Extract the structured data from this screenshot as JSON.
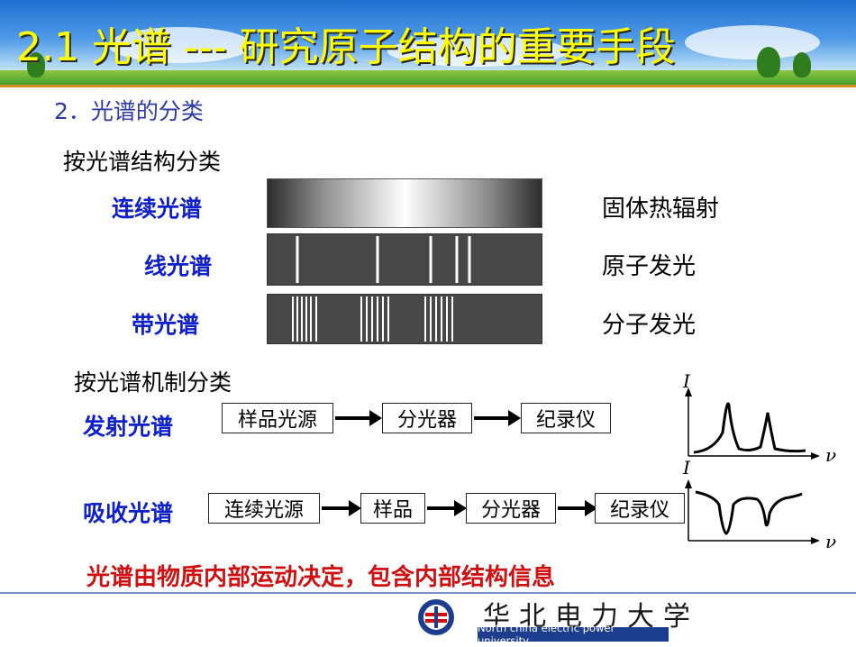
{
  "title": "2.1  光谱 --- 研究原子结构的重要手段",
  "subtitle": "2．光谱的分类",
  "by_structure": {
    "heading": "按光谱结构分类",
    "rows": [
      {
        "label": "连续光谱",
        "note": "固体热辐射"
      },
      {
        "label": "线光谱",
        "note": "原子发光"
      },
      {
        "label": "带光谱",
        "note": "分子发光"
      }
    ]
  },
  "by_mechanism": {
    "heading": "按光谱机制分类",
    "emission": {
      "label": "发射光谱",
      "steps": [
        "样品光源",
        "分光器",
        "纪录仪"
      ]
    },
    "absorption": {
      "label": "吸收光谱",
      "steps": [
        "连续光源",
        "样品",
        "分光器",
        "纪录仪"
      ]
    }
  },
  "graphs": {
    "y_label": "I",
    "x_label": "ν"
  },
  "conclusion": "光谱由物质内部运动决定，包含内部结构信息",
  "footer": {
    "university_cn": "华北电力大学",
    "university_en": "North china electric power university"
  },
  "colors": {
    "title": "#ffff00",
    "label_blue": "#1020c8",
    "conclusion_red": "#d01010"
  }
}
